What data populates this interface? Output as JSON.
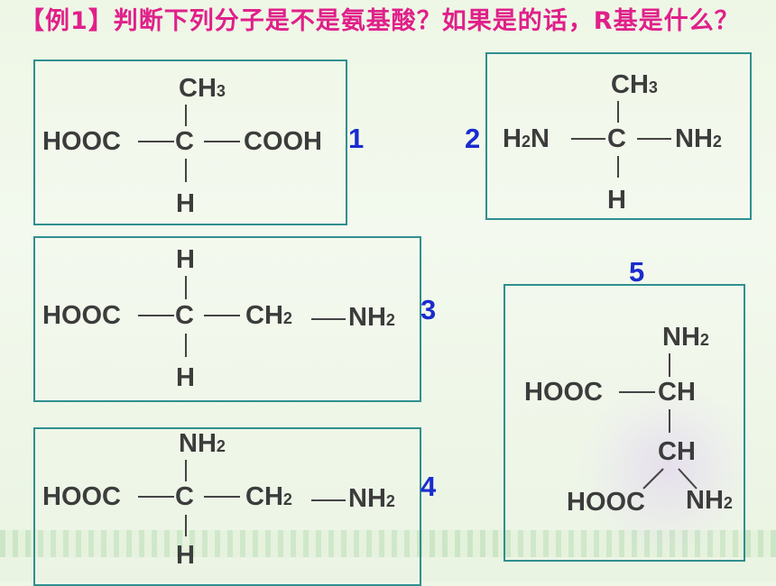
{
  "title": {
    "tag": "【例1】",
    "text": "判断下列分子是不是氨基酸？如果是的话，R基是什么？"
  },
  "molecules": [
    {
      "number": "1",
      "top": "CH",
      "top_sub": "3",
      "left": "HOOC",
      "center": "C",
      "right": "COOH",
      "bottom": "H"
    },
    {
      "number": "2",
      "top": "CH",
      "top_sub": "3",
      "left_pre": "H",
      "left_sub": "2",
      "left_post": "N",
      "center": "C",
      "right": "NH",
      "right_sub": "2",
      "bottom": "H"
    },
    {
      "number": "3",
      "top": "H",
      "left": "HOOC",
      "center": "C",
      "right": "CH",
      "right_sub": "2",
      "far_right": "NH",
      "far_right_sub": "2",
      "bottom": "H"
    },
    {
      "number": "4",
      "top": "NH",
      "top_sub": "2",
      "left": "HOOC",
      "center": "C",
      "right": "CH",
      "right_sub": "2",
      "far_right": "NH",
      "far_right_sub": "2",
      "bottom": "H"
    },
    {
      "number": "5",
      "top": "NH",
      "top_sub": "2",
      "left": "HOOC",
      "center": "CH",
      "lower": "CH",
      "lower_left": "HOOC",
      "lower_right": "NH",
      "lower_right_sub": "2"
    }
  ]
}
